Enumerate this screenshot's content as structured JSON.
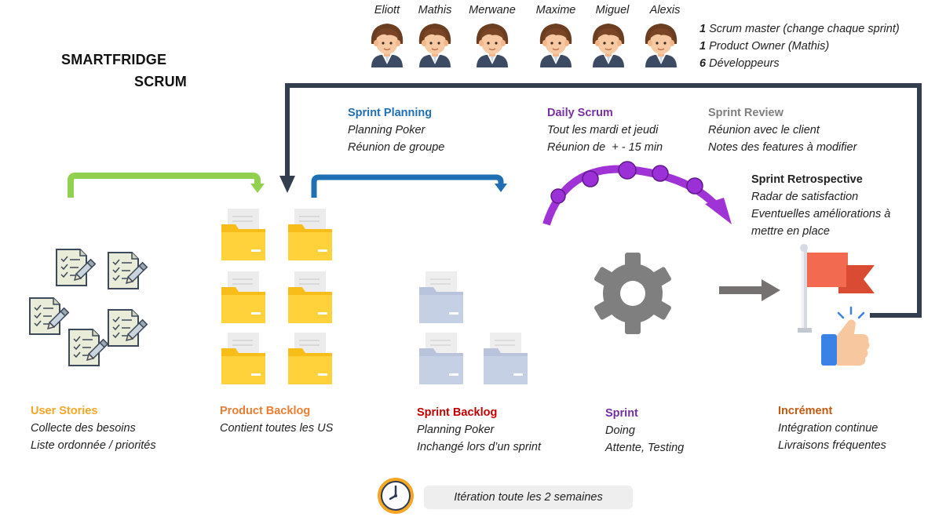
{
  "title": {
    "line1": "SMARTFRIDGE",
    "line2": "SCRUM"
  },
  "team": {
    "members": [
      "Eliott",
      "Mathis",
      "Merwane",
      "Maxime",
      "Miguel",
      "Alexis"
    ],
    "roles": [
      {
        "count": "1",
        "text": "Scrum master (change chaque sprint)"
      },
      {
        "count": "1",
        "text": "Product Owner (Mathis)"
      },
      {
        "count": "6",
        "text": "Développeurs"
      }
    ]
  },
  "events": {
    "sprint_planning": {
      "title": "Sprint Planning",
      "lines": [
        "Planning Poker",
        "Réunion de groupe"
      ],
      "color": "#1f6fb5"
    },
    "daily_scrum": {
      "title": "Daily Scrum",
      "lines": [
        "Tout les mardi et jeudi",
        "Réunion de  + - 15 min"
      ],
      "color": "#7a2fa0"
    },
    "sprint_review": {
      "title": "Sprint Review",
      "lines": [
        "Réunion avec le client",
        "Notes des features à modifier"
      ],
      "color": "#7f7f7f"
    },
    "sprint_retrospective": {
      "title": "Sprint Retrospective",
      "lines": [
        "Radar de satisfaction",
        "Eventuelles améliorations à",
        "mettre en place"
      ],
      "color": "#222222"
    }
  },
  "artifacts": {
    "user_stories": {
      "title": "User Stories",
      "lines": [
        "Collecte des besoins",
        "Liste ordonnée / priorités"
      ],
      "color": "#f5a623"
    },
    "product_backlog": {
      "title": "Product Backlog",
      "lines": [
        "Contient toutes les US"
      ],
      "color": "#ed7d31"
    },
    "sprint_backlog": {
      "title": "Sprint Backlog",
      "lines": [
        "Planning Poker",
        "Inchangé lors d’un sprint"
      ],
      "color": "#c00000"
    },
    "sprint": {
      "title": "Sprint",
      "lines": [
        "Doing",
        "Attente, Testing"
      ],
      "color": "#7030a0"
    },
    "increment": {
      "title": "Incrément",
      "lines": [
        "Intégration continue",
        "Livraisons fréquentes"
      ],
      "color": "#c55a11"
    }
  },
  "iteration": {
    "text": "Itération toute les 2 semaines"
  },
  "icons": {
    "avatar": "avatar-icon",
    "document": "document-checklist-icon",
    "folder": "folder-icon",
    "gear": "gear-icon",
    "flag": "flag-icon",
    "thumbs_up": "thumbs-up-icon",
    "clock": "clock-icon"
  },
  "colors": {
    "green_arrow": "#92d050",
    "blue_arrow": "#1f6fb5",
    "loop_arrow": "#333f4f",
    "purple_arc": "#a033d6",
    "gray_arrow": "#7f7f7f"
  }
}
